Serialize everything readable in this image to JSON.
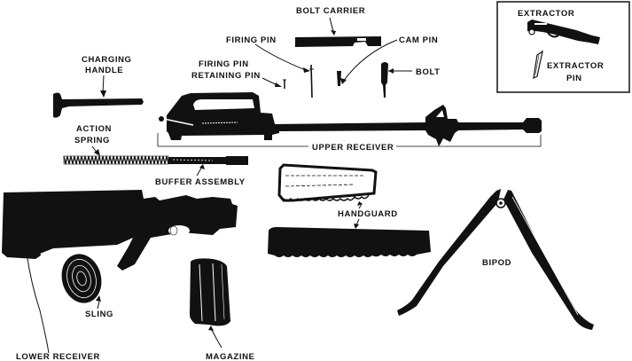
{
  "diagram": {
    "title": "Rifle exploded parts view",
    "ink_color": "#111111",
    "background_color": "#ffffff",
    "labels": {
      "bolt_carrier": "BOLT CARRIER",
      "firing_pin": "FIRING PIN",
      "cam_pin": "CAM PIN",
      "charging_handle_1": "CHARGING",
      "charging_handle_2": "HANDLE",
      "firing_pin_retaining_pin_1": "FIRING PIN",
      "firing_pin_retaining_pin_2": "RETAINING PIN",
      "bolt": "BOLT",
      "extractor": "EXTRACTOR",
      "extractor_pin_1": "EXTRACTOR",
      "extractor_pin_2": "PIN",
      "action_spring_1": "ACTION",
      "action_spring_2": "SPRING",
      "upper_receiver": "UPPER RECEIVER",
      "buffer_assembly": "BUFFER ASSEMBLY",
      "handguard": "HANDGUARD",
      "bipod": "BIPOD",
      "sling": "SLING",
      "lower_receiver": "LOWER RECEIVER",
      "magazine": "MAGAZINE"
    }
  }
}
